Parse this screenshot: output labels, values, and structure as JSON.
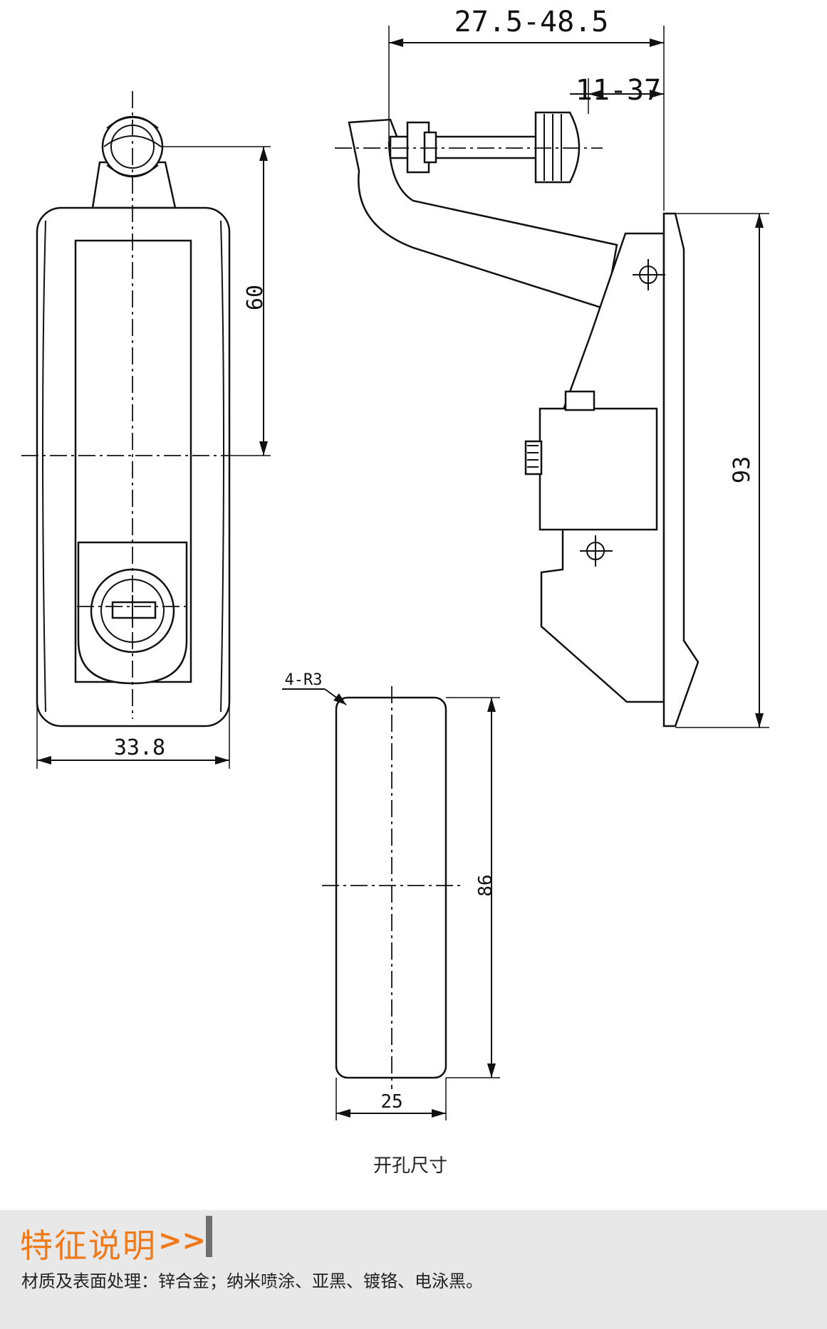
{
  "dimensions": {
    "top_travel": "27.5-48.5",
    "screw_travel": "11-37",
    "handle_height": "60",
    "body_width": "33.8",
    "overall_height": "93",
    "corner_radius": "4-R3",
    "cutout_height": "86",
    "cutout_width": "25"
  },
  "cutout_caption": "开孔尺寸",
  "footer": {
    "title": "特征说明",
    "chevron": ">>",
    "description": "材质及表面处理：锌合金；纳米喷涂、亚黑、镀铬、电泳黑。"
  },
  "colors": {
    "accent": "#f07a1a",
    "footer_bg": "#e8e8e8",
    "divider": "#6f6f6f"
  }
}
